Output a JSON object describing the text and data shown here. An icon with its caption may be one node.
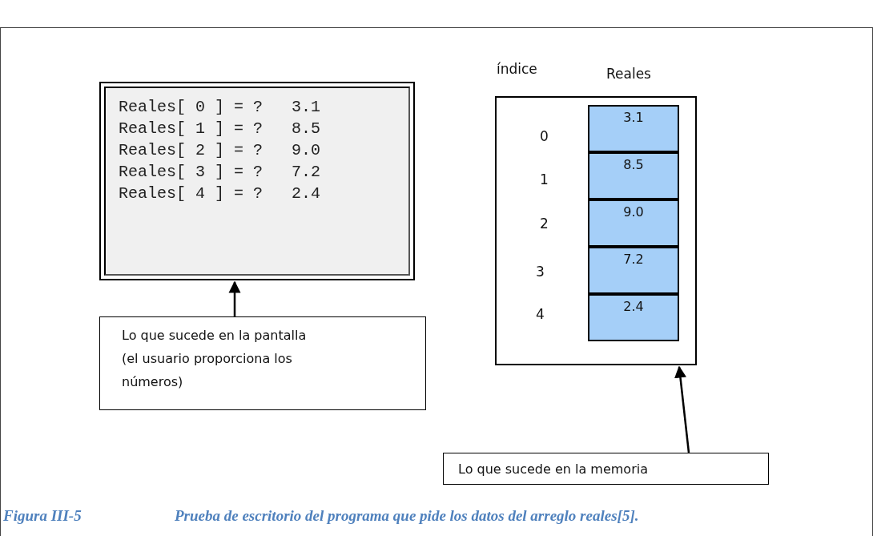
{
  "diagram": {
    "caption": "Prueba de escritorio del programa que pide los datos del arreglo reales[5].",
    "nodes": [
      {
        "text": [
          "Reales[ 0 ] = ?   3.1",
          "Reales[ 1 ] = ?   8.5",
          "Reales[ 2 ] = ?   9.0",
          "Reales[ 3 ] = ?   7.2",
          "Reales[ 4 ] = ?   2.4"
        ]
      },
      {
        "text": [
          "Lo que sucede en la pantalla (el usuario proporciona los números)"
        ]
      },
      {
        "text": [],
        "shape": "box"
      },
      {
        "text": [
          "3.1"
        ],
        "in": 2
      },
      {
        "text": [
          "8.5"
        ],
        "in": 2
      },
      {
        "text": [
          "9.0"
        ],
        "in": 2
      },
      {
        "text": [
          "7.2"
        ],
        "in": 2
      },
      {
        "text": [
          "2.4"
        ],
        "in": 2
      },
      {
        "text": [
          "Lo que sucede en la memoria"
        ]
      }
    ],
    "edges": [
      {
        "from": 1,
        "to": 0,
        "arrow": "to"
      },
      {
        "from": 8,
        "to": 2,
        "arrow": "to"
      }
    ],
    "labels": [
      "índice",
      "Reales",
      "0",
      "1",
      "2",
      "3",
      "4",
      "Figura III-5"
    ]
  }
}
